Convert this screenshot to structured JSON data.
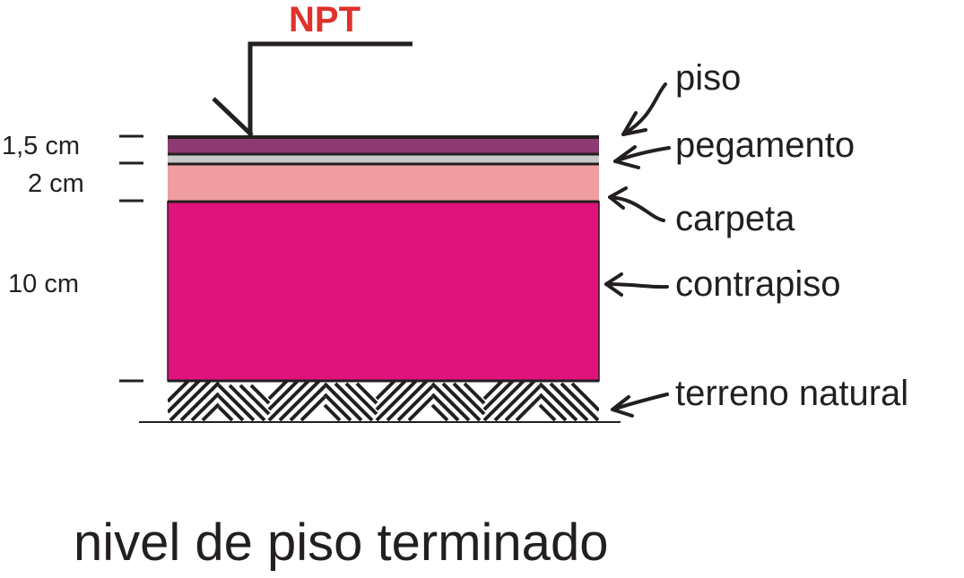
{
  "title": "nivel de piso terminado",
  "marker": "NPT",
  "dimensions": {
    "d1": "1,5 cm",
    "d2": "2 cm",
    "d3": "10 cm"
  },
  "layers": {
    "piso": "piso",
    "pegamento": "pegamento",
    "carpeta": "carpeta",
    "contrapiso": "contrapiso",
    "terreno": "terreno natural"
  },
  "colors": {
    "piso": "#8e3a72",
    "pegamento": "#c8c8ca",
    "carpeta": "#f09da1",
    "contrapiso": "#e0137a",
    "npt": "#e0312b",
    "ink": "#231f20"
  }
}
